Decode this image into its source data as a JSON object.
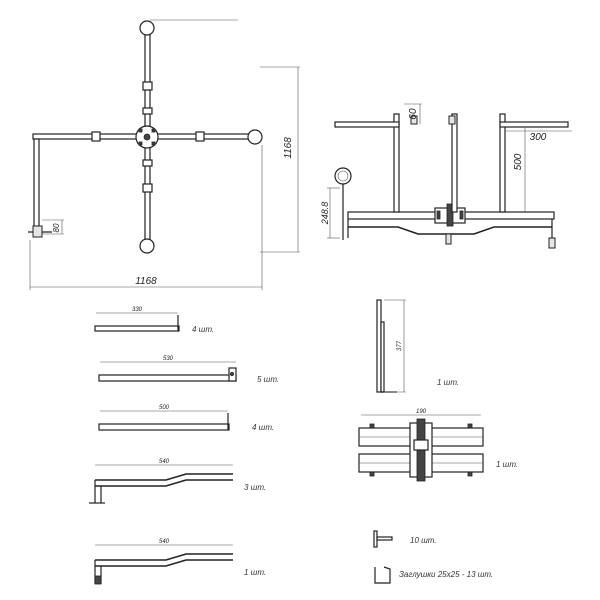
{
  "dimensions": {
    "top_width": "1168",
    "top_height": "1168",
    "top_leg": "80",
    "side_60": "60",
    "side_300": "300",
    "side_500": "500",
    "side_248": "248.8"
  },
  "parts": [
    {
      "dim": "330",
      "qty": "4 шт."
    },
    {
      "dim": "530",
      "qty": "5 шт."
    },
    {
      "dim": "500",
      "qty": "4 шт."
    },
    {
      "dim": "540",
      "qty": "3 шт."
    },
    {
      "dim": "540",
      "qty": "1 шт."
    }
  ],
  "right_parts": {
    "upright_dim": "377",
    "upright_qty": "1 шт.",
    "hub_dim": "190",
    "hub_qty": "1 шт.",
    "bolt_qty": "10 шт.",
    "plug_label": "Заглушки 25х25 - 13 шт."
  }
}
